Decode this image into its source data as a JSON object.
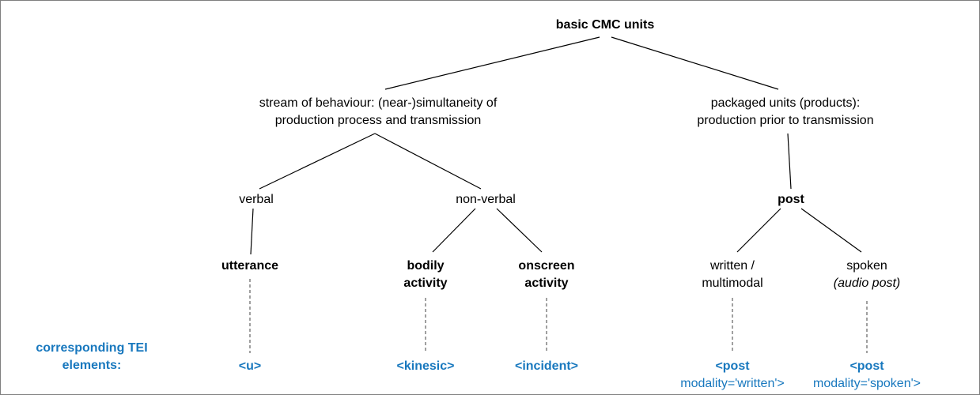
{
  "diagram": {
    "title": "basic CMC units",
    "left_branch": {
      "line1": "stream of behaviour: (near-)simultaneity of",
      "line2": "production process and transmission"
    },
    "right_branch": {
      "line1": "packaged units (products):",
      "line2": "production prior to transmission"
    },
    "nodes": {
      "verbal": "verbal",
      "non_verbal": "non-verbal",
      "utterance": "utterance",
      "bodily_line1": "bodily",
      "bodily_line2": "activity",
      "onscreen_line1": "onscreen",
      "onscreen_line2": "activity",
      "post": "post",
      "written_line1": "written /",
      "written_line2": "multimodal",
      "spoken_line1": "spoken",
      "spoken_line2": "(audio post)"
    },
    "tei": {
      "caption_line1": "corresponding TEI",
      "caption_line2": "elements:",
      "u": "<u>",
      "kinesic": "<kinesic>",
      "incident": "<incident>",
      "post_written_line1": "<post",
      "post_written_line2": "modality='written'>",
      "post_spoken_line1": "<post",
      "post_spoken_line2": "modality='spoken'>"
    },
    "colors": {
      "tei_blue": "#1878be",
      "line_color": "#000000"
    }
  }
}
